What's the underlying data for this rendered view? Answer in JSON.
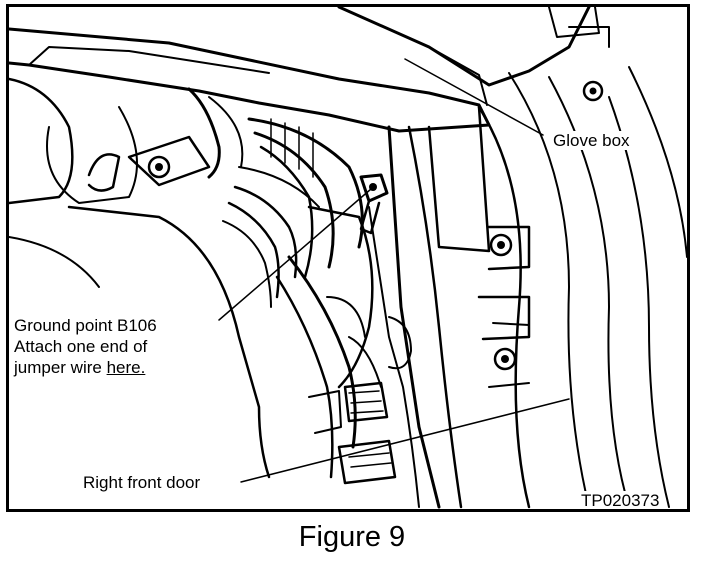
{
  "callouts": {
    "glove_box": "Glove box",
    "ground_point": {
      "line1": "Ground point B106",
      "line2": "Attach one end of",
      "line3_prefix": "jumper wire ",
      "line3_link": "here."
    },
    "right_front_door": "Right front door"
  },
  "figure_code": "TP020373",
  "caption": "Figure 9"
}
